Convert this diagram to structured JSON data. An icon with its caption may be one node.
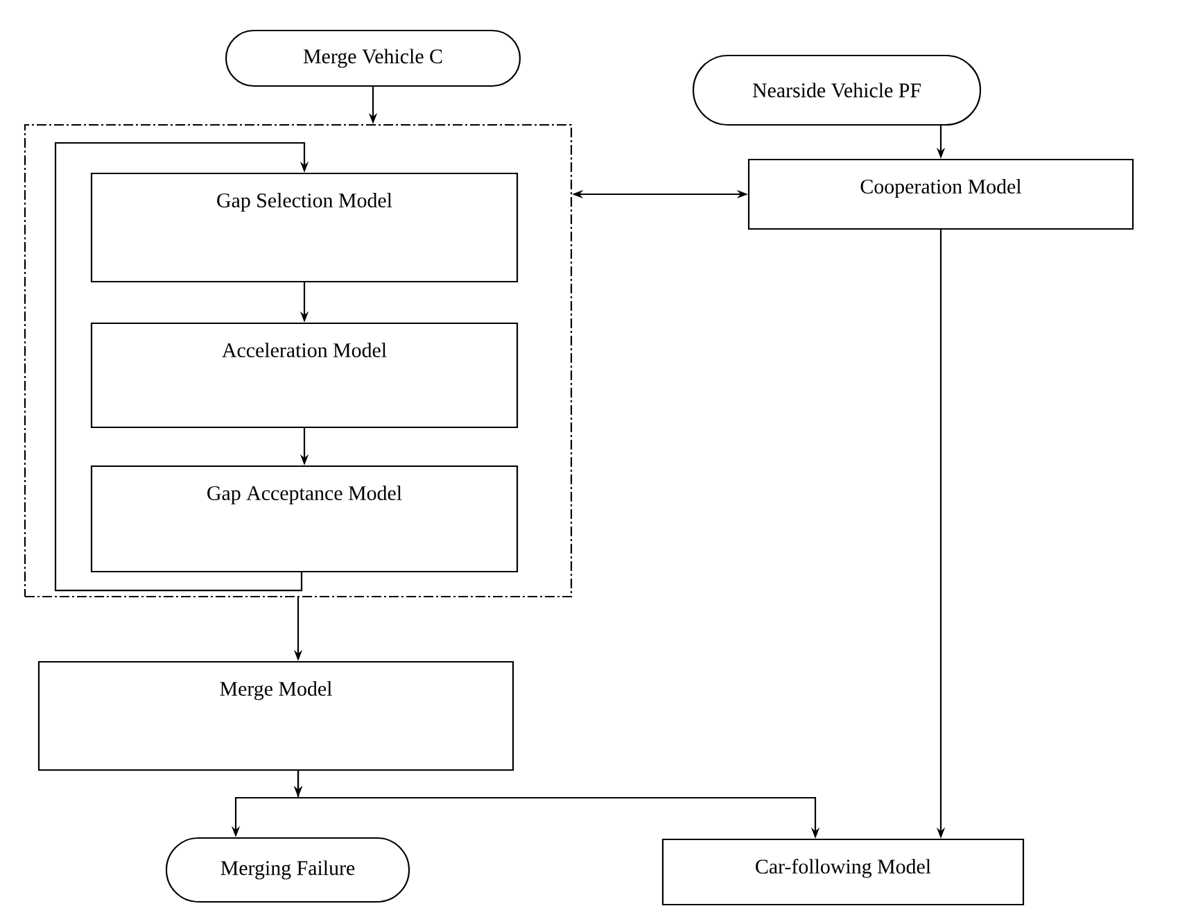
{
  "diagram": {
    "nodes": [
      {
        "text": [
          "Merge Vehicle C"
        ]
      },
      {
        "text": [
          "Nearside Vehicle PF"
        ]
      },
      {
        "text": [],
        "shape": "box"
      },
      {
        "text": [
          "Gap Selection Model"
        ],
        "in": 2
      },
      {
        "text": [
          "Acceleration Model"
        ],
        "in": 2
      },
      {
        "text": [
          "Gap Acceptance Model"
        ],
        "in": 2
      },
      {
        "text": [
          "Cooperation Model"
        ]
      },
      {
        "text": [
          "Merge Model"
        ]
      },
      {
        "text": [
          "Merging Failure"
        ]
      },
      {
        "text": [
          "Car-following Model"
        ]
      }
    ],
    "edges": [
      {
        "from": 0,
        "to": 2,
        "arrow": "to"
      },
      {
        "from": 1,
        "to": 6,
        "arrow": "to"
      },
      {
        "from": 3,
        "to": 4,
        "arrow": "to"
      },
      {
        "from": 4,
        "to": 5,
        "arrow": "to"
      },
      {
        "from": 5,
        "to": 3,
        "arrow": "to"
      },
      {
        "from": 2,
        "to": 6,
        "arrow": "both"
      },
      {
        "from": 2,
        "to": 7,
        "arrow": "to"
      },
      {
        "from": 7,
        "to": 8,
        "arrow": "to"
      },
      {
        "from": 7,
        "to": 9,
        "arrow": "to"
      },
      {
        "from": 6,
        "to": 9,
        "arrow": "to"
      }
    ]
  }
}
